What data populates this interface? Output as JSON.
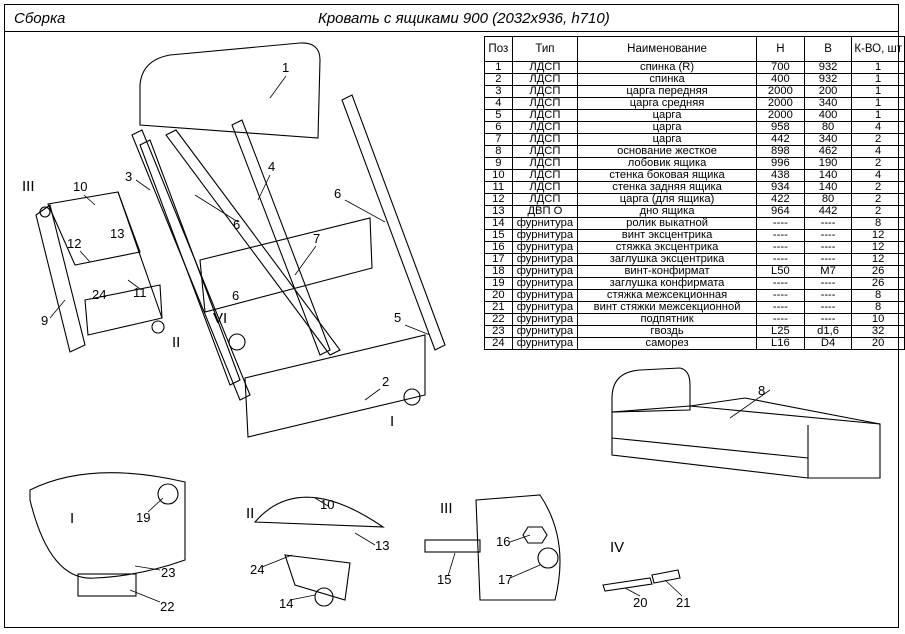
{
  "header": {
    "left": "Сборка",
    "title": "Кровать с ящиками 900  (2032х936, h710)"
  },
  "table": {
    "columns": [
      "Поз",
      "Тип",
      "Наименование",
      "Н",
      "В",
      "К-ВО, шт"
    ],
    "rows": [
      [
        "1",
        "ЛДСП",
        "спинка (R)",
        "700",
        "932",
        "1"
      ],
      [
        "2",
        "ЛДСП",
        "спинка",
        "400",
        "932",
        "1"
      ],
      [
        "3",
        "ЛДСП",
        "царга передняя",
        "2000",
        "200",
        "1"
      ],
      [
        "4",
        "ЛДСП",
        "царга средняя",
        "2000",
        "340",
        "1"
      ],
      [
        "5",
        "ЛДСП",
        "царга",
        "2000",
        "400",
        "1"
      ],
      [
        "6",
        "ЛДСП",
        "царга",
        "958",
        "80",
        "4"
      ],
      [
        "7",
        "ЛДСП",
        "царга",
        "442",
        "340",
        "2"
      ],
      [
        "8",
        "ЛДСП",
        "основание жесткое",
        "898",
        "462",
        "4"
      ],
      [
        "9",
        "ЛДСП",
        "лобовик ящика",
        "996",
        "190",
        "2"
      ],
      [
        "10",
        "ЛДСП",
        "стенка боковая ящика",
        "438",
        "140",
        "4"
      ],
      [
        "11",
        "ЛДСП",
        "стенка задняя ящика",
        "934",
        "140",
        "2"
      ],
      [
        "12",
        "ЛДСП",
        "царга (для ящика)",
        "422",
        "80",
        "2"
      ],
      [
        "13",
        "ДВП О",
        "дно ящика",
        "964",
        "442",
        "2"
      ],
      [
        "14",
        "фурнитура",
        "ролик выкатной",
        "----",
        "----",
        "8"
      ],
      [
        "15",
        "фурнитура",
        "винт эксцентрика",
        "----",
        "----",
        "12"
      ],
      [
        "16",
        "фурнитура",
        "стяжка эксцентрика",
        "----",
        "----",
        "12"
      ],
      [
        "17",
        "фурнитура",
        "заглушка эксцентрика",
        "----",
        "----",
        "12"
      ],
      [
        "18",
        "фурнитура",
        "винт-конфирмат",
        "L50",
        "M7",
        "26"
      ],
      [
        "19",
        "фурнитура",
        "заглушка конфирмата",
        "----",
        "----",
        "26"
      ],
      [
        "20",
        "фурнитура",
        "стяжка межсекционная",
        "----",
        "----",
        "8"
      ],
      [
        "21",
        "фурнитура",
        "винт стяжки межсекционной",
        "----",
        "----",
        "8"
      ],
      [
        "22",
        "фурнитура",
        "подпятник",
        "----",
        "----",
        "10"
      ],
      [
        "23",
        "фурнитура",
        "гвоздь",
        "L25",
        "d1,6",
        "32"
      ],
      [
        "24",
        "фурнитура",
        "саморез",
        "L16",
        "D4",
        "20"
      ]
    ]
  },
  "callouts": {
    "main": [
      "1",
      "2",
      "3",
      "4",
      "5",
      "6",
      "6",
      "6",
      "7",
      "9",
      "10",
      "11",
      "12",
      "13",
      "24"
    ],
    "views": [
      "I",
      "II",
      "III",
      "VI"
    ],
    "small_bed": "8",
    "detail_I": [
      "I",
      "19",
      "23",
      "22"
    ],
    "detail_II": [
      "II",
      "10",
      "13",
      "24",
      "14"
    ],
    "detail_III": [
      "III",
      "16",
      "15",
      "17"
    ],
    "detail_IV": [
      "IV",
      "20",
      "21"
    ]
  }
}
